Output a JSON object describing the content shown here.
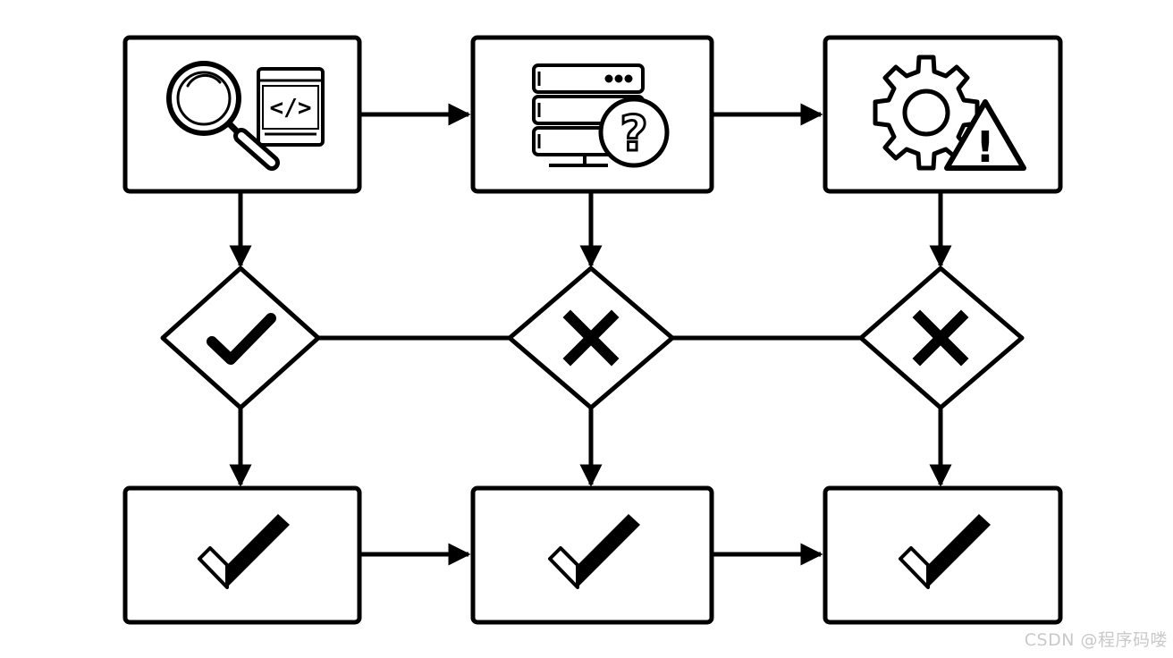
{
  "diagram": {
    "colors": {
      "stroke": "#000000",
      "background": "#ffffff",
      "watermark": "#c9c9c9"
    },
    "top_row": [
      {
        "id": "inspect-code",
        "icons": [
          "magnifier-icon",
          "code-window-icon"
        ],
        "code_glyph": "</>"
      },
      {
        "id": "server-unknown",
        "icons": [
          "server-stack-icon",
          "question-circle-icon"
        ],
        "question_glyph": "?"
      },
      {
        "id": "settings-warning",
        "icons": [
          "gear-icon",
          "warning-triangle-icon"
        ],
        "warning_glyph": "!"
      }
    ],
    "decisions": [
      {
        "id": "decision-1",
        "result": "check"
      },
      {
        "id": "decision-2",
        "result": "cross"
      },
      {
        "id": "decision-3",
        "result": "cross"
      }
    ],
    "bottom_row": [
      {
        "id": "result-1",
        "icon": "checkmark-icon"
      },
      {
        "id": "result-2",
        "icon": "checkmark-icon"
      },
      {
        "id": "result-3",
        "icon": "checkmark-icon"
      }
    ]
  },
  "watermark": {
    "text": "CSDN @程序码喽"
  }
}
